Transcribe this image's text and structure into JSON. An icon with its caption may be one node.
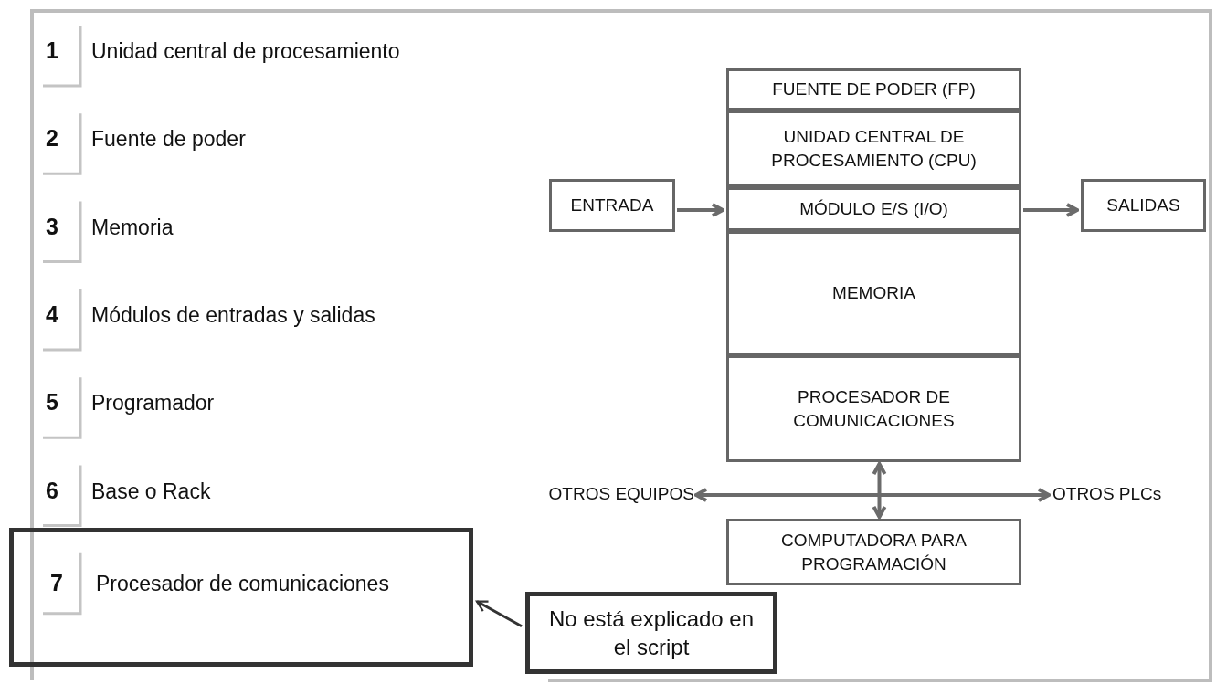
{
  "diagram": {
    "nodes": [
      {
        "text": [
          "7",
          "Procesador de comunicaciones"
        ]
      },
      {
        "text": [
          "No está explicado en el script"
        ]
      },
      {
        "text": [
          "FUENTE DE PODER (FP)"
        ]
      },
      {
        "text": [
          "UNIDAD CENTRAL DE PROCESAMIENTO (CPU)"
        ]
      },
      {
        "text": [
          "ENTRADA"
        ]
      },
      {
        "text": [
          "MÓDULO E/S (I/O)"
        ]
      },
      {
        "text": [
          "SALIDAS"
        ]
      },
      {
        "text": [
          "MEMORIA"
        ]
      },
      {
        "text": [
          "PROCESADOR DE COMUNICACIONES"
        ]
      },
      {
        "text": [
          "OTROS EQUIPOS"
        ]
      },
      {
        "text": [
          "OTROS PLCs"
        ]
      },
      {
        "text": [
          "COMPUTADORA PARA PROGRAMACIÓN"
        ]
      }
    ],
    "edges": [
      {
        "from": 1,
        "to": 0,
        "arrow": "to",
        "color": "#333333"
      },
      {
        "from": 4,
        "to": 5,
        "arrow": "to"
      },
      {
        "from": 5,
        "to": 6,
        "arrow": "to"
      },
      {
        "from": 9,
        "to": 10,
        "arrow": "both"
      },
      {
        "from": 8,
        "to": 11,
        "arrow": "both"
      }
    ],
    "labels": [
      "1",
      "Unidad central de procesamiento",
      "2",
      "Fuente de poder",
      "3",
      "Memoria",
      "4",
      "Módulos de entradas y salidas",
      "5",
      "Programador",
      "6",
      "Base o Rack"
    ]
  }
}
